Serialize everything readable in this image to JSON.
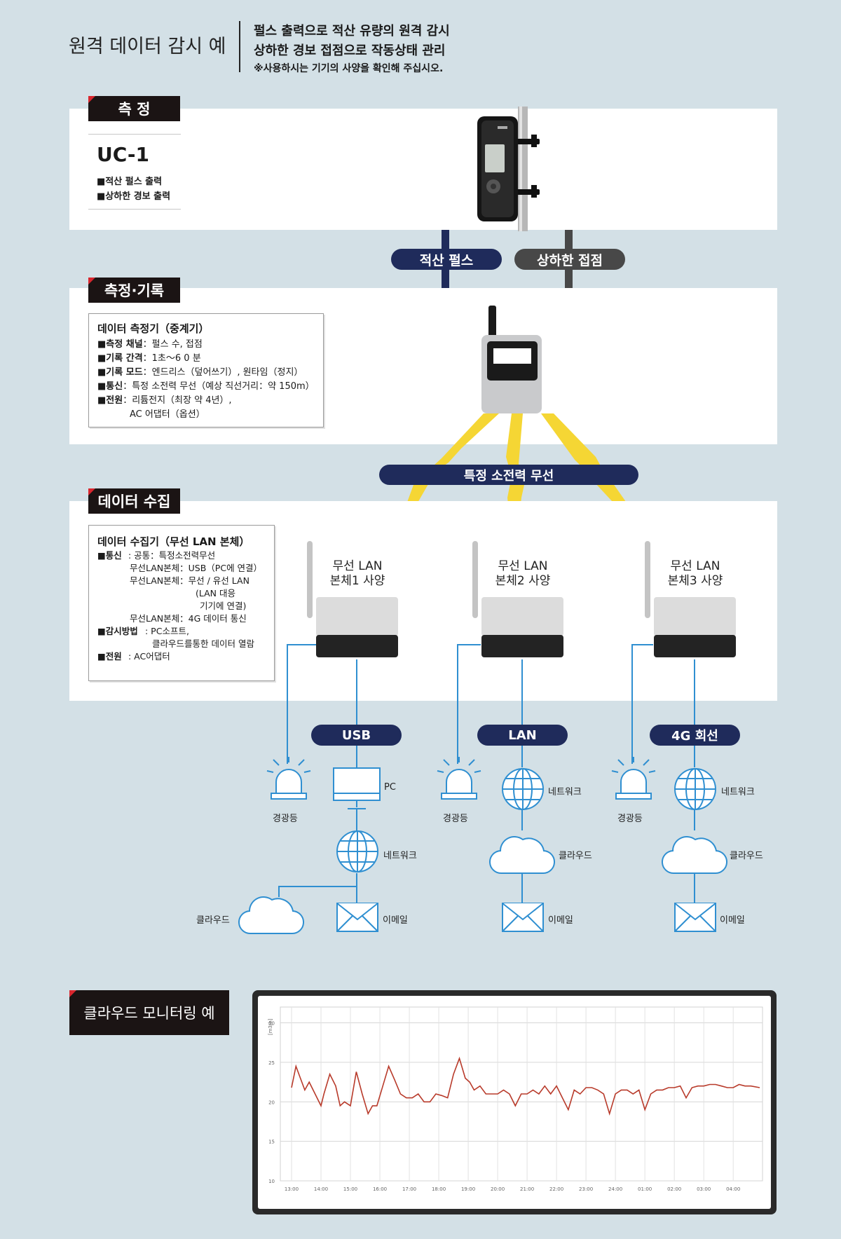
{
  "header": {
    "title": "원격 데이터 감시 예",
    "line1": "펄스 출력으로 적산 유량의 원격 감시",
    "line2": "상하한 경보 접점으로 작동상태 관리",
    "note": "※사용하시는 기기의 사양을 확인해 주십시오."
  },
  "sec_measure": {
    "tag": "측 정",
    "model": "UC-1",
    "items": [
      "■적산 펄스 출력",
      "■상하한 경보 출력"
    ]
  },
  "links": {
    "pulse": "적산 펄스",
    "contact": "상하한 접점"
  },
  "sec_record": {
    "tag": "측정·기록",
    "title": "데이터 측정기（중계기）",
    "rows": [
      {
        "k": "■측정 채널",
        "v": "：펄스 수, 접점"
      },
      {
        "k": "■기록 간격",
        "v": "：1초～6 0 분"
      },
      {
        "k": "■기록 모드",
        "v": "：엔드리스（덮어쓰기）, 원타임（정지）"
      },
      {
        "k": "■통신",
        "v": "：특정 소전력 무선（예상 직선거리：약 150m）"
      },
      {
        "k": "■전원",
        "v": "：리튬전지（최장 약 4년）,"
      }
    ],
    "power_extra": "AC 어댑터（옵션）"
  },
  "radio": "특정 소전력 무선",
  "sec_collect": {
    "tag": "데이터 수집",
    "title": "데이터 수집기（무선 LAN 본체）",
    "comm_k": "■통신",
    "comm_lines": [
      ": 공통：특정소전력무선",
      "무선LAN본체：USB（PC에 연결）",
      "무선LAN본체：무선 / 유선 LAN",
      "(LAN 대응",
      "기기에 연결)",
      "무선LAN본체：4G 데이터 통신"
    ],
    "watch_k": "■감시방법",
    "watch_lines": [
      ": PC소프트,",
      "클라우드를통한 데이터 열람"
    ],
    "power_k": "■전원",
    "power_v": ": AC어댑터"
  },
  "units": [
    {
      "name": "무선 LAN\n본체1 사양",
      "link": "USB"
    },
    {
      "name": "무선 LAN\n본체2 사양",
      "link": "LAN"
    },
    {
      "name": "무선 LAN\n본체3 사양",
      "link": "4G 회선"
    }
  ],
  "labels": {
    "beacon": "경광등",
    "pc": "PC",
    "network": "네트워크",
    "cloud": "클라우드",
    "email": "이메일"
  },
  "sec_cloud": {
    "tag": "클라우드 모니터링 예"
  },
  "colors": {
    "navy": "#1f2b5b",
    "dark": "#1b1414",
    "accent": "#d9262e",
    "line": "#2f8fd1",
    "bolt": "#f5d634",
    "series": "#b83a2a"
  },
  "chart_data": {
    "type": "line",
    "ylabel": "[m3/h]",
    "ylim": [
      10,
      32
    ],
    "yticks": [
      10,
      15,
      20,
      25,
      30
    ],
    "xticks": [
      "13:00",
      "14:00",
      "15:00",
      "16:00",
      "17:00",
      "18:00",
      "19:00",
      "20:00",
      "21:00",
      "22:00",
      "23:00",
      "24:00",
      "01:00",
      "02:00",
      "03:00",
      "04:00"
    ],
    "x": [
      0,
      0.15,
      0.3,
      0.45,
      0.6,
      0.8,
      1.0,
      1.1,
      1.3,
      1.5,
      1.65,
      1.8,
      2.0,
      2.2,
      2.4,
      2.6,
      2.75,
      2.9,
      3.1,
      3.3,
      3.5,
      3.7,
      3.9,
      4.1,
      4.3,
      4.5,
      4.7,
      4.9,
      5.1,
      5.3,
      5.5,
      5.7,
      5.9,
      6.05,
      6.2,
      6.4,
      6.6,
      6.8,
      7.0,
      7.2,
      7.4,
      7.6,
      7.8,
      8.0,
      8.2,
      8.4,
      8.6,
      8.8,
      9.0,
      9.2,
      9.4,
      9.6,
      9.8,
      10.0,
      10.2,
      10.4,
      10.6,
      10.8,
      11.0,
      11.2,
      11.4,
      11.6,
      11.8,
      12.0,
      12.2,
      12.4,
      12.6,
      12.8,
      12.9,
      13.0,
      13.2,
      13.4,
      13.6,
      13.8,
      14.0,
      14.2,
      14.4,
      14.6,
      14.8,
      15.0,
      15.2,
      15.4,
      15.6,
      15.9
    ],
    "values": [
      21.8,
      24.5,
      23.0,
      21.5,
      22.5,
      21.0,
      19.5,
      21.0,
      23.5,
      22.0,
      19.5,
      20.0,
      19.5,
      23.8,
      21.0,
      18.5,
      19.5,
      19.5,
      22.0,
      24.5,
      22.8,
      21.0,
      20.5,
      20.5,
      21.0,
      20.0,
      20.0,
      21.0,
      20.8,
      20.5,
      23.5,
      25.5,
      23.0,
      22.5,
      21.5,
      22.0,
      21.0,
      21.0,
      21.0,
      21.5,
      21.0,
      19.5,
      21.0,
      21.0,
      21.5,
      21.0,
      22.0,
      21.0,
      22.0,
      20.5,
      19.0,
      21.5,
      21.0,
      21.8,
      21.8,
      21.5,
      21.0,
      18.5,
      21.0,
      21.5,
      21.5,
      21.0,
      21.5,
      19.0,
      21.0,
      21.5,
      21.5,
      21.8,
      21.8,
      21.8,
      22.0,
      20.5,
      21.8,
      22.0,
      22.0,
      22.2,
      22.2,
      22.0,
      21.8,
      21.8,
      22.2,
      22.0,
      22.0,
      21.8
    ]
  }
}
